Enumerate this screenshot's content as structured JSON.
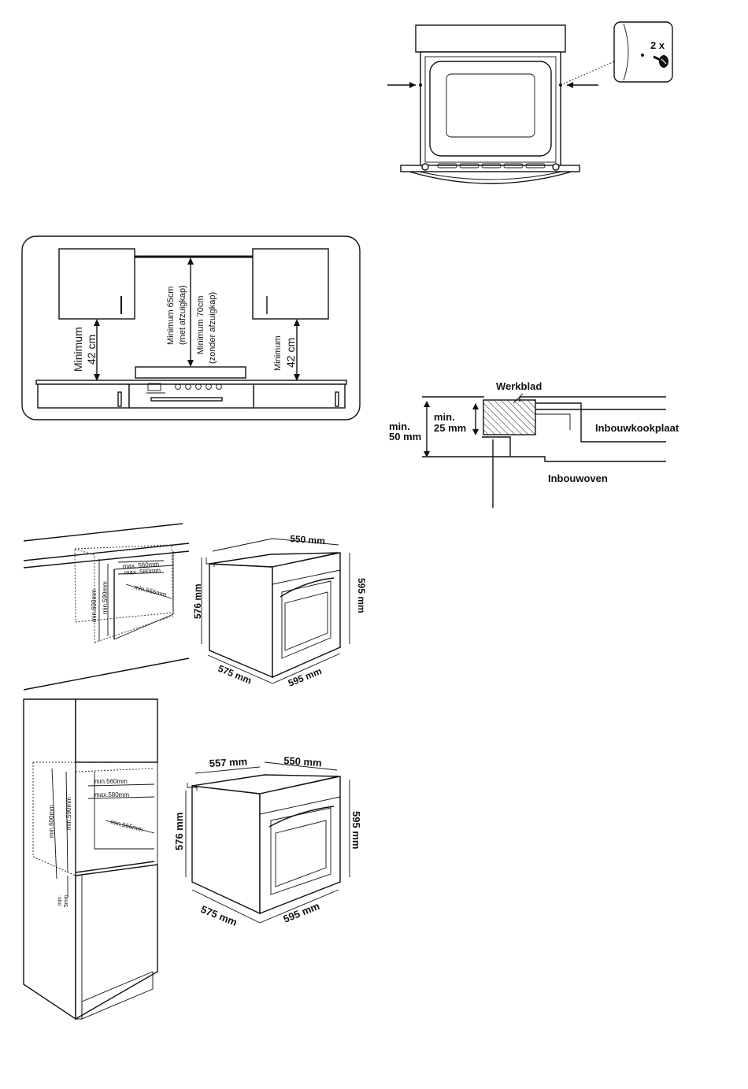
{
  "screw_figure": {
    "quantity_label": "2 x"
  },
  "clearance_figure": {
    "left_label_1": "Minimum",
    "left_label_2": "42 cm",
    "center_label_1": "Minimum 65cm",
    "center_label_2": "(met afzuigkap)",
    "center_label_3": "Minimum 70cm",
    "center_label_4": "(zonder afzuigkap)",
    "right_label_1": "Minimum",
    "right_label_2": "42 cm"
  },
  "section_figure": {
    "werkblad": "Werkblad",
    "min25_1": "min.",
    "min25_2": "25 mm",
    "min50_1": "min.",
    "min50_2": "50 mm",
    "kookplaat": "Inbouwkookplaat",
    "oven": "Inbouwoven"
  },
  "undercounter_figure": {
    "max560": "max. 560mm",
    "max580": "max. 580mm",
    "min555": "min.555mm",
    "min600": "min.600mm",
    "min590": "min.590mm",
    "w550": "550 mm",
    "h576": "576 mm",
    "h595": "595 mm",
    "d575": "575 mm",
    "w595": "595 mm"
  },
  "column_figure": {
    "min560": "min.560mm",
    "max580": "max.580mm",
    "min555": "min.555mm",
    "min600": "min.600mm",
    "min590": "min.590mm",
    "min5": "min.",
    "min5b": "5mm",
    "w557": "557 mm",
    "w550": "550 mm",
    "h576": "576 mm",
    "h595": "595 mm",
    "d575": "575 mm",
    "w595": "595 mm"
  }
}
